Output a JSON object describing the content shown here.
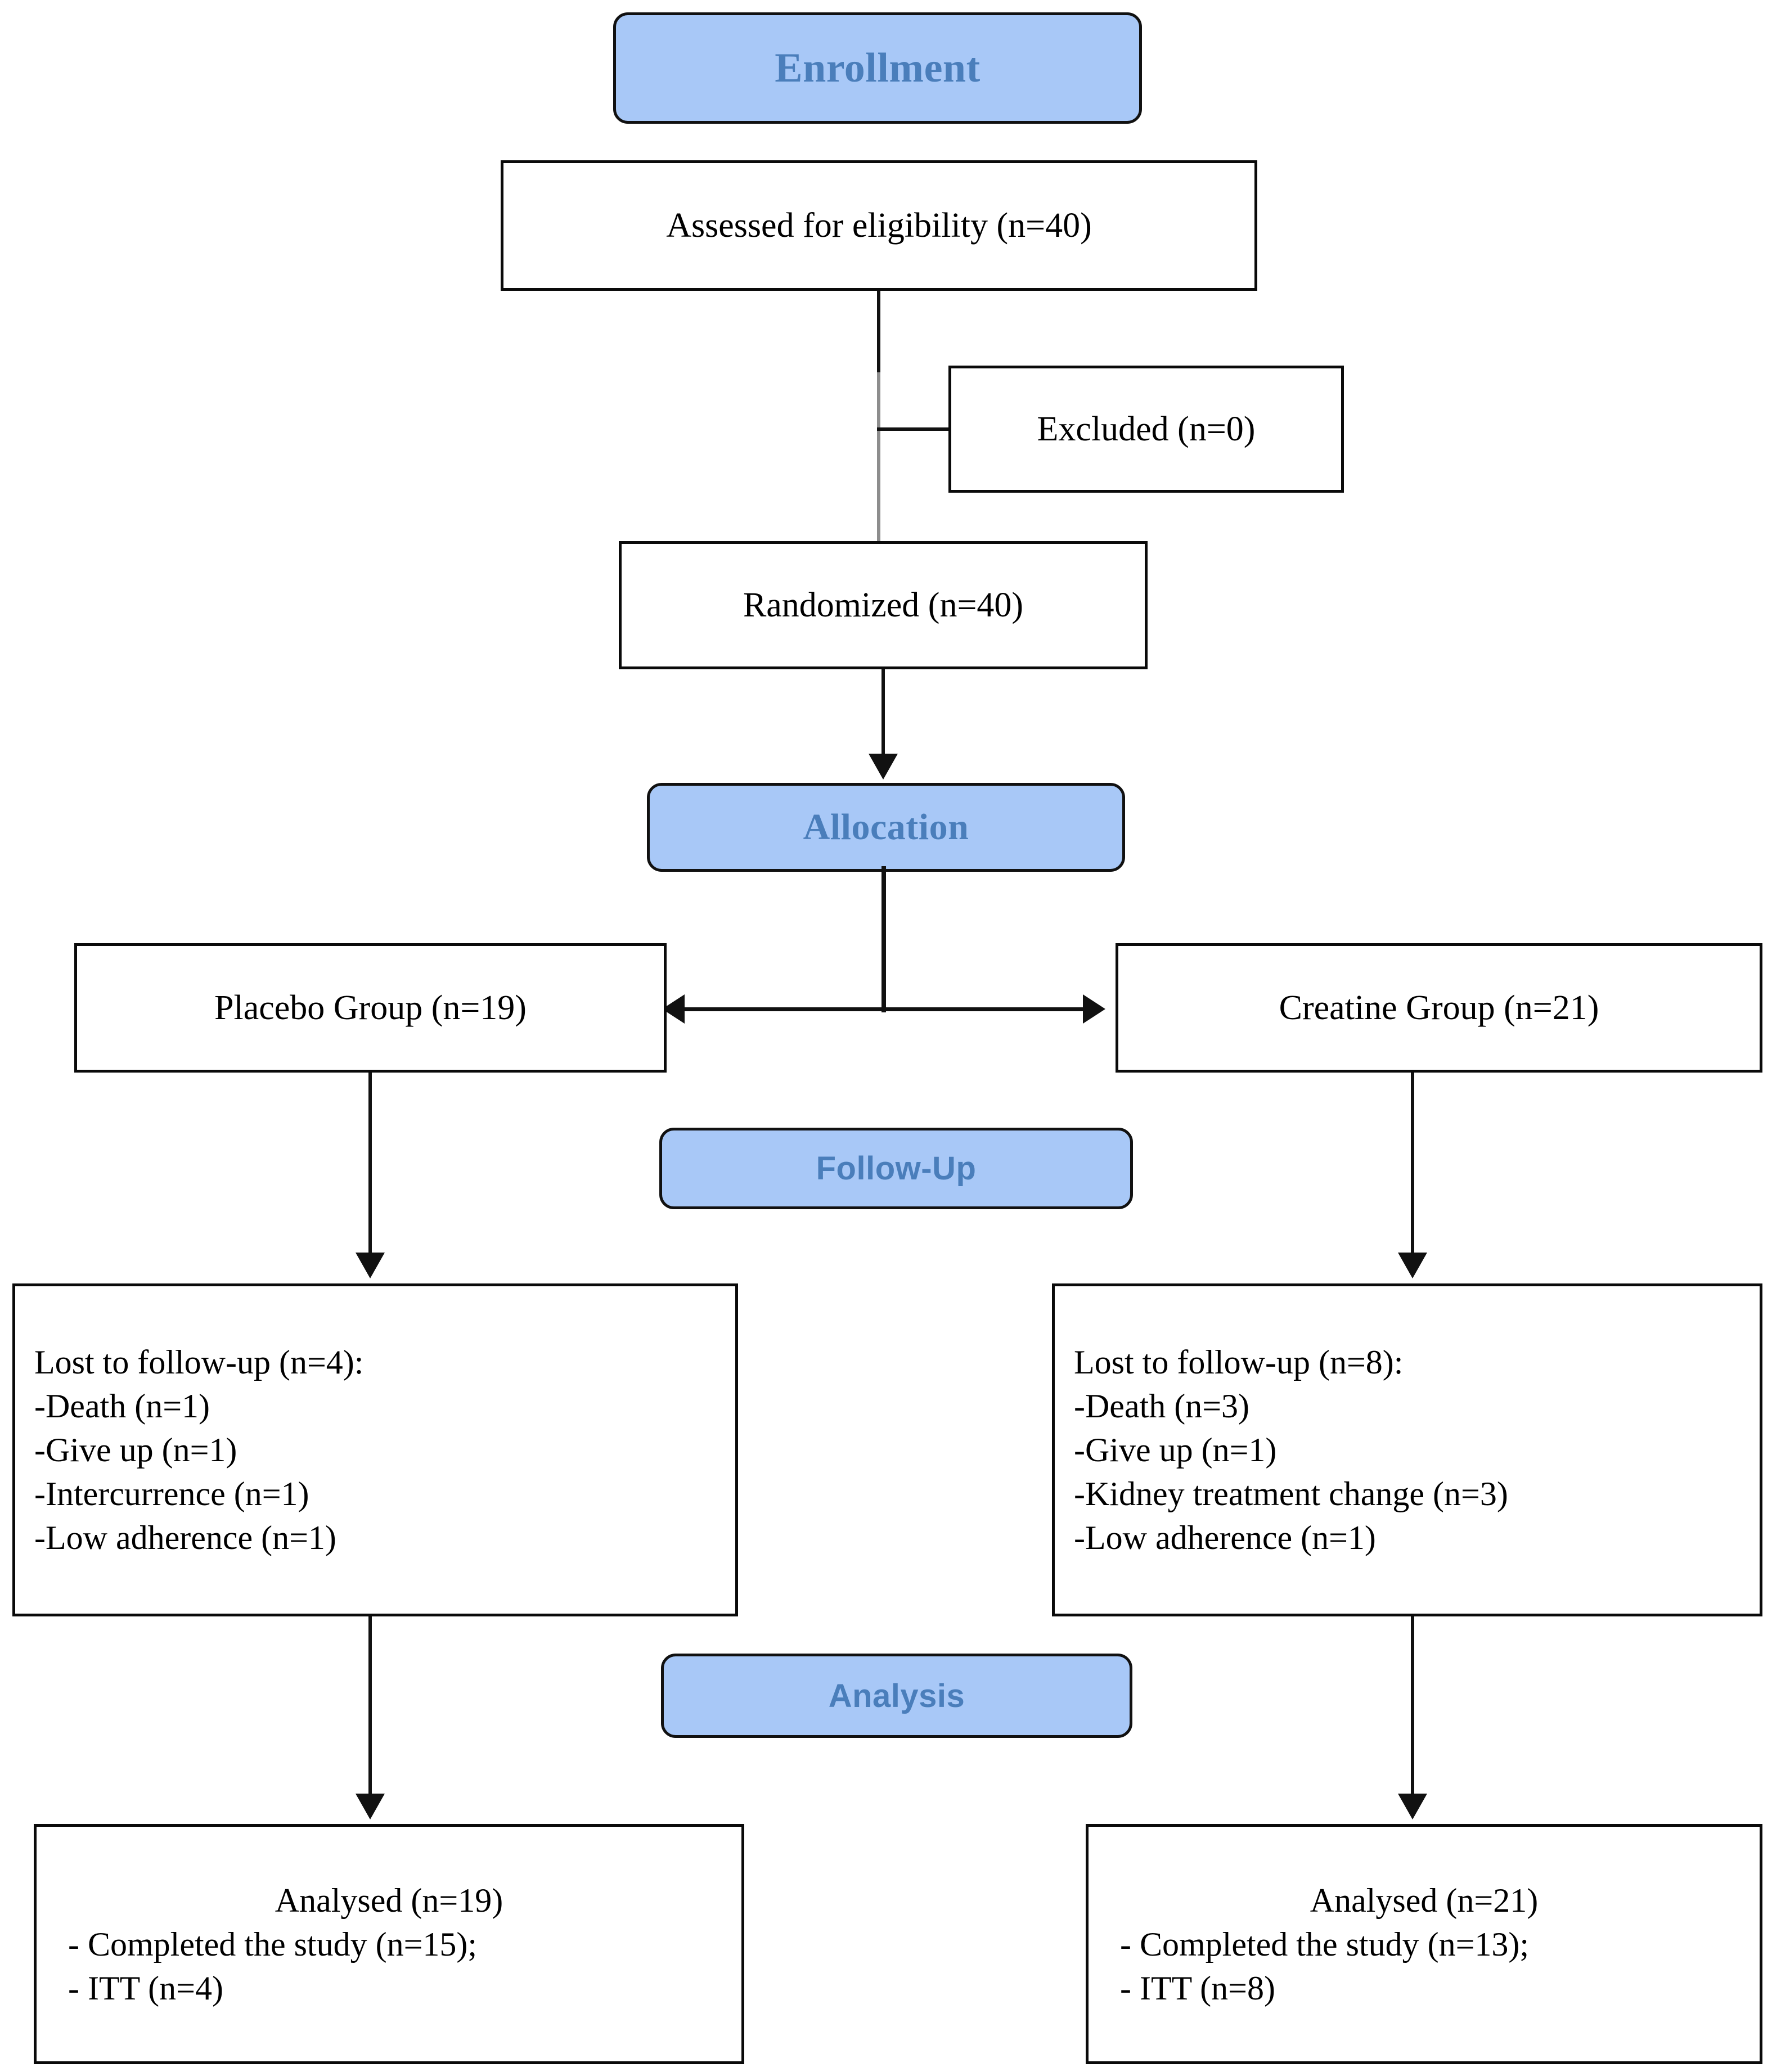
{
  "diagram": {
    "type": "consort-flow-diagram",
    "accent_blue_fill": "#a8c8f7",
    "accent_blue_text": "#4a7ebb",
    "border_color": "#0a0a0a"
  },
  "stages": {
    "enrollment": "Enrollment",
    "allocation": "Allocation",
    "followup": "Follow-Up",
    "analysis": "Analysis"
  },
  "enrollment": {
    "assessed": "Assessed for eligibility  (n=40)",
    "excluded": "Excluded  (n=0)",
    "randomized": "Randomized  (n=40)"
  },
  "allocation": {
    "placebo_group": "Placebo Group (n=19)",
    "creatine_group": "Creatine Group (n=21)"
  },
  "followup": {
    "placebo": {
      "title": "Lost to follow-up  (n=4):",
      "reasons": [
        "-Death (n=1)",
        "-Give up (n=1)",
        "-Intercurrence  (n=1)",
        "-Low adherence  (n=1)"
      ]
    },
    "creatine": {
      "title": "Lost to follow-up  (n=8):",
      "reasons": [
        "-Death (n=3)",
        "-Give up (n=1)",
        "-Kidney treatment  change  (n=3)",
        "-Low adherence  (n=1)"
      ]
    }
  },
  "analysis": {
    "placebo": {
      "title": "Analysed  (n=19)",
      "details": [
        "- Completed  the study (n=15);",
        "- ITT (n=4)"
      ]
    },
    "creatine": {
      "title": "Analysed  (n=21)",
      "details": [
        "- Completed  the study (n=13);",
        "- ITT (n=8)"
      ]
    }
  }
}
